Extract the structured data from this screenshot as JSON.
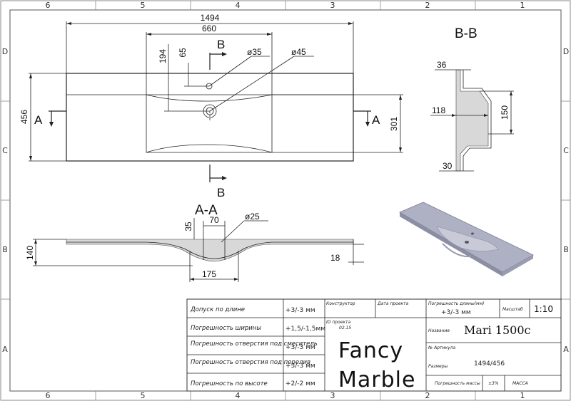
{
  "frame": {
    "columns": [
      "6",
      "5",
      "4",
      "3",
      "2",
      "1"
    ],
    "rows": [
      "D",
      "C",
      "B",
      "A"
    ]
  },
  "top_view": {
    "dims": {
      "overall_width": "1494",
      "bowl_width": "660",
      "mixer_offset": "194",
      "hole_offset": "65",
      "mixer_hole": "ø35",
      "drain_hole": "ø45",
      "overall_depth": "456",
      "bowl_depth": "301"
    },
    "section_a_label": "A",
    "section_b_label": "B"
  },
  "section_aa": {
    "title": "A-A",
    "dims": {
      "height": "140",
      "bowl_depth": "35",
      "drain_span": "70",
      "drain_hole": "ø25",
      "bottom_width": "175",
      "rim": "18"
    }
  },
  "section_bb": {
    "title": "B-B",
    "dims": {
      "rim": "36",
      "depth": "118",
      "height": "150",
      "base": "30"
    }
  },
  "title_block": {
    "tolerances": [
      {
        "label": "Допуск по длине",
        "value": "+3/-3 мм"
      },
      {
        "label": "Погрешность ширины",
        "value": "+1,5/-1,5мм"
      },
      {
        "label": "Погрешность отверстия под смеситель",
        "value": "+3/-3 мм"
      },
      {
        "label": "Погрешность отверстия под перелив",
        "value": "+3/-3 мм"
      },
      {
        "label": "Погрешность по высоте",
        "value": "+2/-2 мм"
      }
    ],
    "constructor_label": "Конструктор",
    "date_label": "Дата проекта",
    "project_id_label": "ID проекта",
    "project_id_value": "02.15",
    "length_tol_label": "Погрешность длины(мм)",
    "length_tol_value": "+3/-3 мм",
    "scale_label": "Масштаб",
    "scale_value": "1:10",
    "name_label": "Название",
    "name_value": "Mari 1500с",
    "article_label": "№ Артикула",
    "size_label": "Размеры",
    "size_value": "1494/456",
    "mass_tol_label": "Погрешность массы",
    "mass_tol_value": "±3%",
    "mass_label": "МАССА",
    "brand_line1": "Fancy",
    "brand_line2": "Marble"
  }
}
